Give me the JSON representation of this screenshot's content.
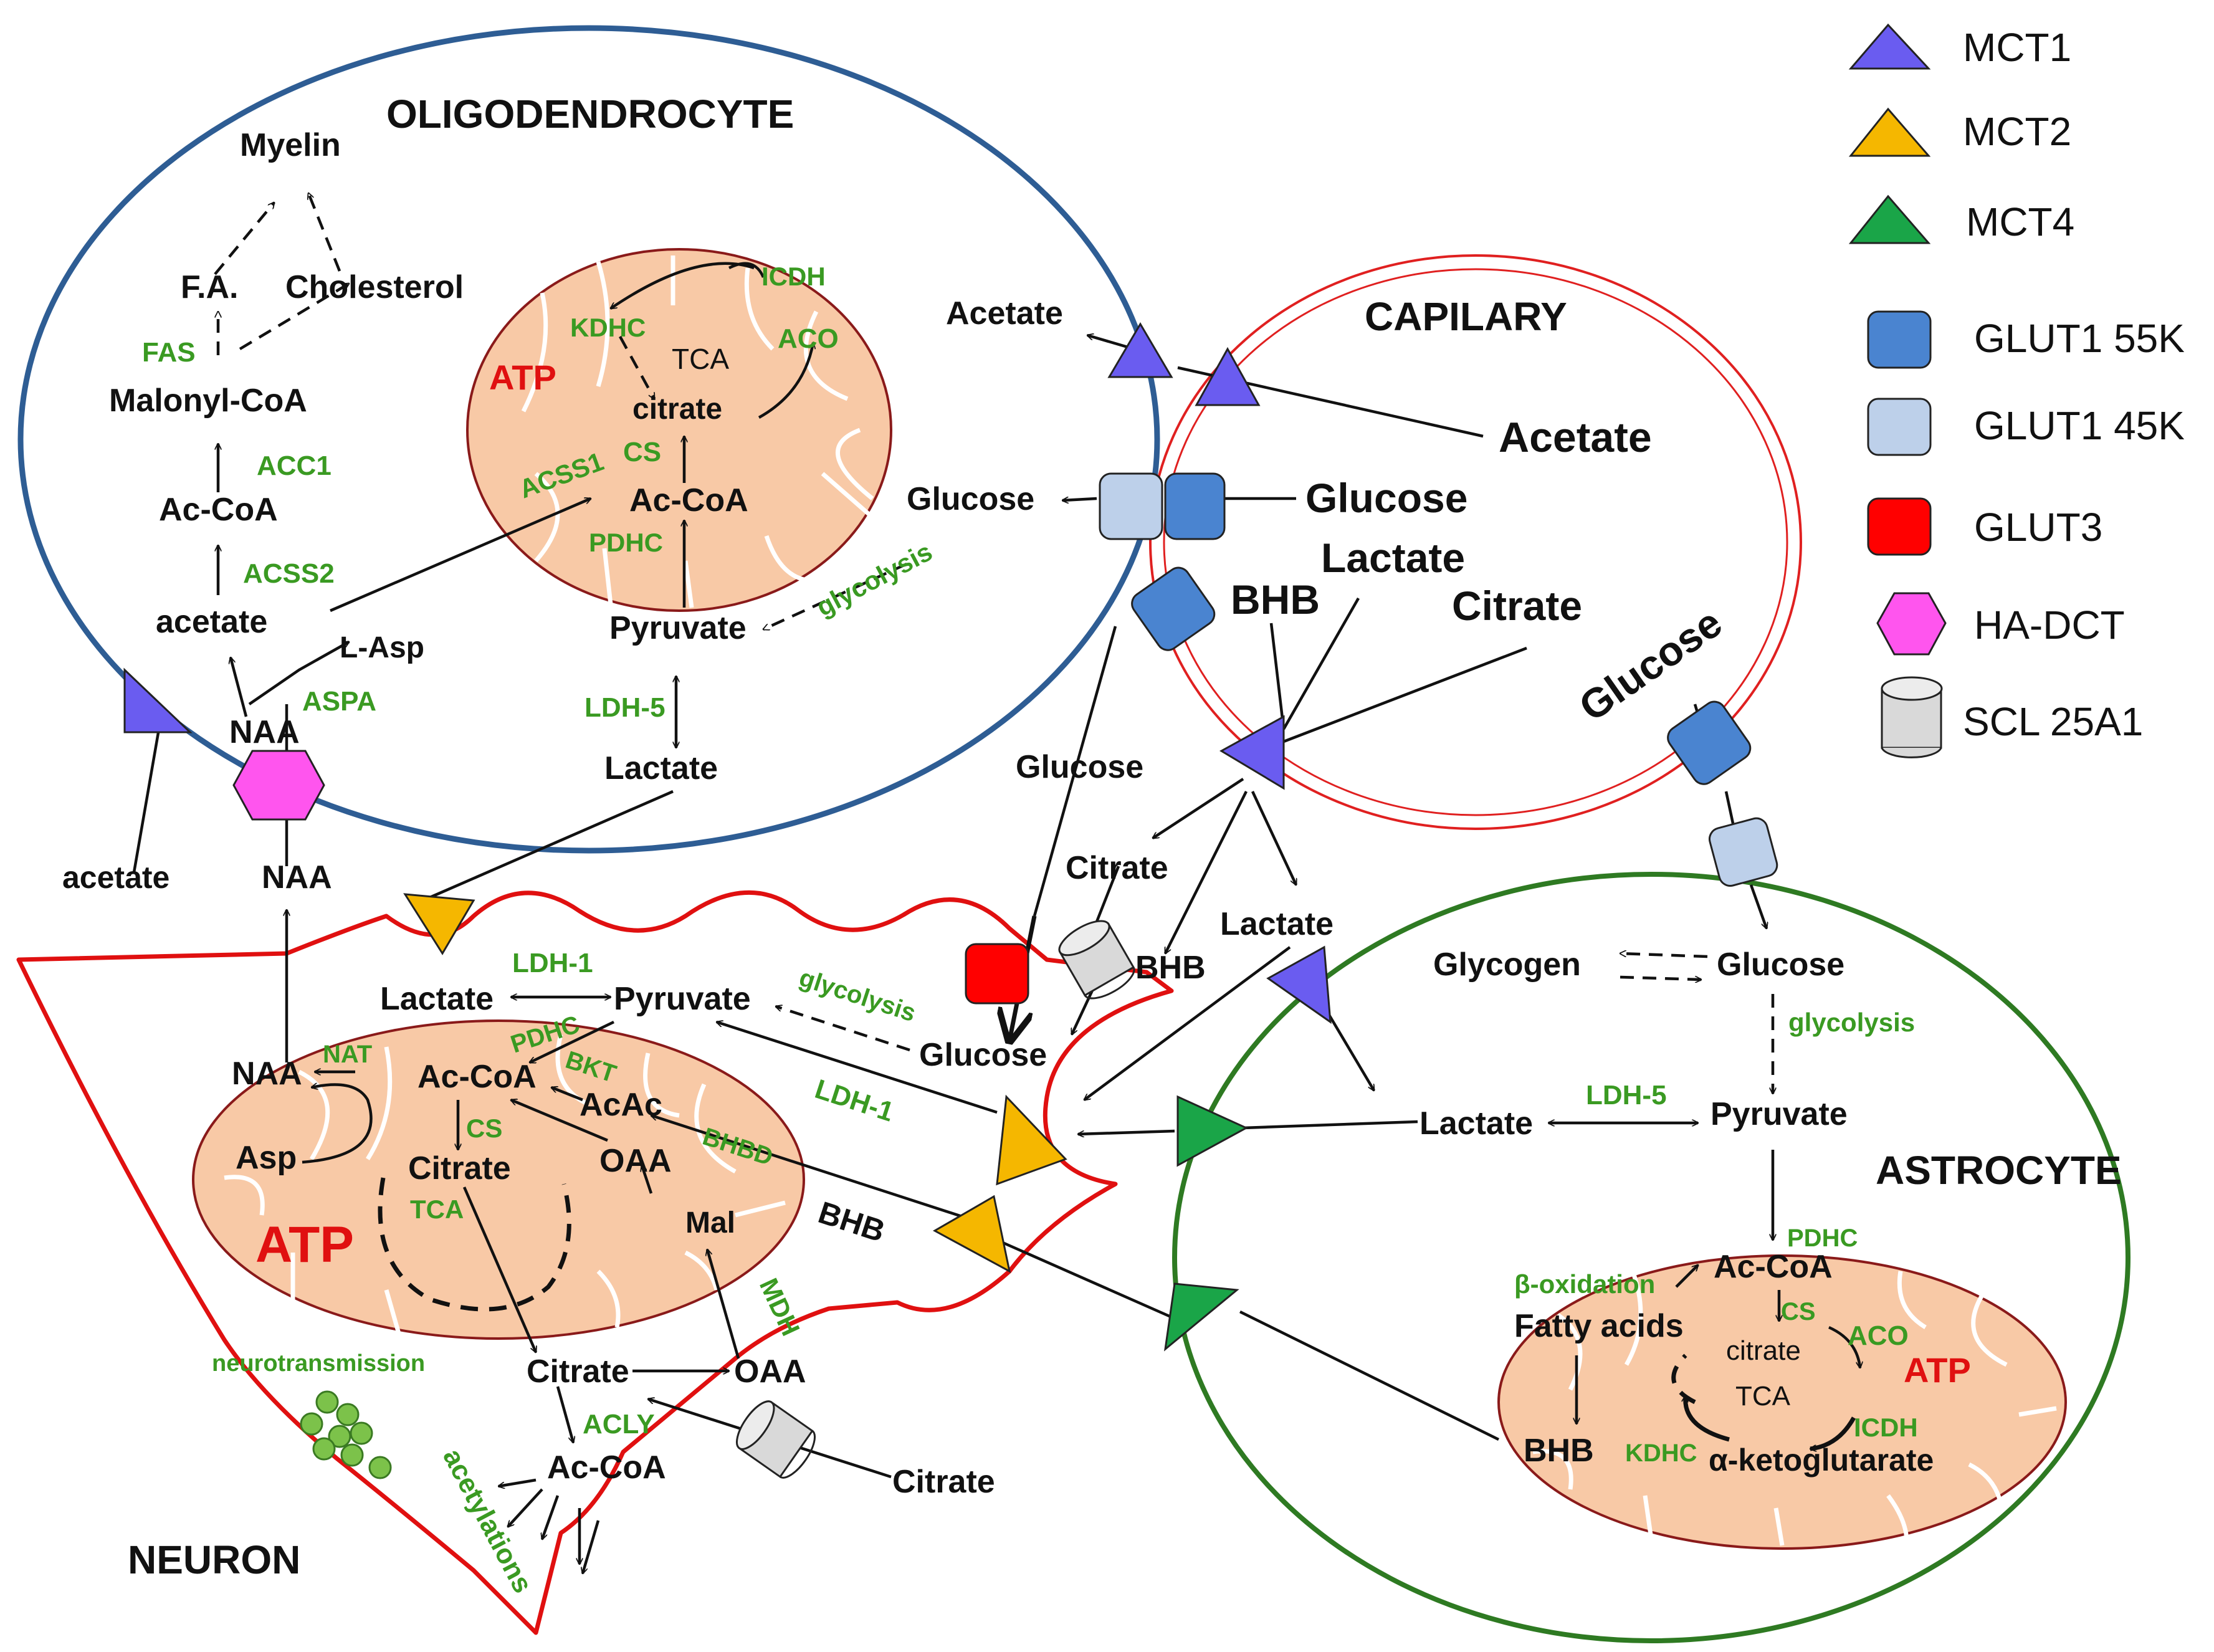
{
  "legend": {
    "mct1": "MCT1",
    "mct2": "MCT2",
    "mct4": "MCT4",
    "glut1_55k": "GLUT1 55K",
    "glut1_45k": "GLUT1 45K",
    "glut3": "GLUT3",
    "ha_dct": "HA-DCT",
    "scl25a1": "SCL 25A1"
  },
  "colors": {
    "mct1": "#6a5cf0",
    "mct2": "#f5b700",
    "mct4": "#1aa548",
    "glut1_55k": "#4a84d0",
    "glut1_45k": "#bdd0ea",
    "glut3": "#ff0000",
    "ha_dct": "#ff55ee",
    "scl25a1": "#d9d9d9",
    "oligodendrocyte_border": "#2e5d94",
    "neuron_border": "#e01010",
    "astrocyte_border": "#2e7a22",
    "capillary_border": "#e02020",
    "enzyme_text": "#3a9a22",
    "atp_text": "#e01010",
    "mitochondria_fill": "#f8c9a6"
  },
  "cells": {
    "oligodendrocyte": "OLIGODENDROCYTE",
    "capillary": "CAPILARY",
    "astrocyte": "ASTROCYTE",
    "neuron": "NEURON"
  },
  "oligo": {
    "myelin": "Myelin",
    "fa": "F.A.",
    "cholesterol": "Cholesterol",
    "fas": "FAS",
    "malonyl": "Malonyl-CoA",
    "acc1": "ACC1",
    "acoa": "Ac-CoA",
    "acss2": "ACSS2",
    "acetate": "acetate",
    "lasp": "L-Asp",
    "aspa": "ASPA",
    "naa": "NAA",
    "acetate_out": "acetate",
    "naa_out": "NAA",
    "acetate_cap": "Acetate",
    "glucose": "Glucose",
    "glycolysis": "glycolysis",
    "pyruvate": "Pyruvate",
    "ldh5": "LDH-5",
    "lactate": "Lactate",
    "mito": {
      "atp": "ATP",
      "kdhc": "KDHC",
      "tca": "TCA",
      "icdh": "ICDH",
      "aco": "ACO",
      "citrate": "citrate",
      "acss1": "ACSS1",
      "cs": "CS",
      "acoa": "Ac-CoA",
      "pdhc": "PDHC"
    }
  },
  "capillary": {
    "acetate": "Acetate",
    "glucose": "Glucose",
    "lactate": "Lactate",
    "bhb": "BHB",
    "citrate": "Citrate",
    "glucose_rot": "Glucose"
  },
  "middle": {
    "glucose": "Glucose",
    "citrate": "Citrate",
    "lactate": "Lactate",
    "bhb": "BHB"
  },
  "neuron": {
    "lactate": "Lactate",
    "ldh1": "LDH-1",
    "pyruvate": "Pyruvate",
    "glycolysis": "glycolysis",
    "glucose": "Glucose",
    "ldh1b": "LDH-1",
    "bhb": "BHB",
    "neurotransmission": "neurotransmission",
    "citrate_out": "Citrate",
    "oaa_out": "OAA",
    "mdh": "MDH",
    "acly": "ACLY",
    "acoa_out": "Ac-CoA",
    "acetylations": "acetylations",
    "citrate_right": "Citrate",
    "mito": {
      "nat": "NAT",
      "naa": "NAA",
      "pdhc": "PDHC",
      "acoa": "Ac-CoA",
      "bkt": "BKT",
      "acac": "AcAc",
      "bhbd": "BHBD",
      "cs": "CS",
      "asp": "Asp",
      "citrate": "Citrate",
      "oaa": "OAA",
      "tca": "TCA",
      "mal": "Mal",
      "atp": "ATP"
    }
  },
  "astro": {
    "glycogen": "Glycogen",
    "glucose": "Glucose",
    "glycolysis": "glycolysis",
    "lactate": "Lactate",
    "ldh5": "LDH-5",
    "pyruvate": "Pyruvate",
    "mito": {
      "pdhc": "PDHC",
      "beta": "β-oxidation",
      "acoa": "Ac-CoA",
      "fatty": "Fatty acids",
      "cs": "CS",
      "citrate": "citrate",
      "aco": "ACO",
      "atp": "ATP",
      "tca": "TCA",
      "bhb": "BHB",
      "kdhc": "KDHC",
      "icdh": "ICDH",
      "akg": "α-ketoglutarate"
    }
  }
}
